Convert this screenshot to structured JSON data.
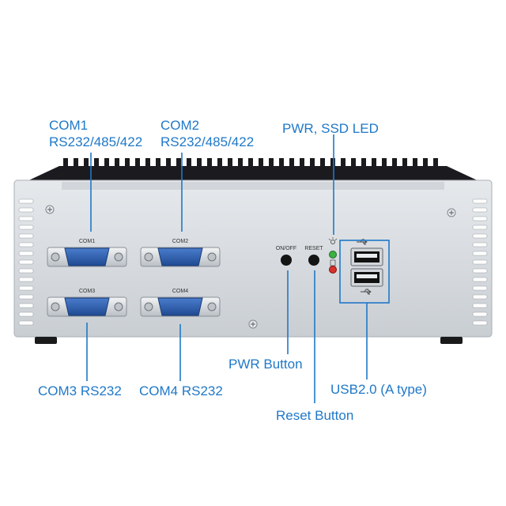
{
  "callouts": {
    "com1_title": "COM1",
    "com1_sub": "RS232/485/422",
    "com2_title": "COM2",
    "com2_sub": "RS232/485/422",
    "led": "PWR, SSD LED",
    "pwr_button": "PWR Button",
    "reset_button": "Reset Button",
    "com3": "COM3 RS232",
    "com4": "COM4 RS232",
    "usb": "USB2.0 (A type)"
  },
  "panel_labels": {
    "com1": "COM1",
    "com2": "COM2",
    "com3": "COM3",
    "com4": "COM4",
    "onoff": "ON/OFF",
    "reset": "RESET"
  },
  "colors": {
    "callout_blue": "#1f78c8",
    "chassis_silver": "#d9dde1",
    "fin_black": "#1b1b1f",
    "db9_blue": "#2a5aa8",
    "led_green": "#3cb043",
    "led_red": "#d8312b"
  }
}
